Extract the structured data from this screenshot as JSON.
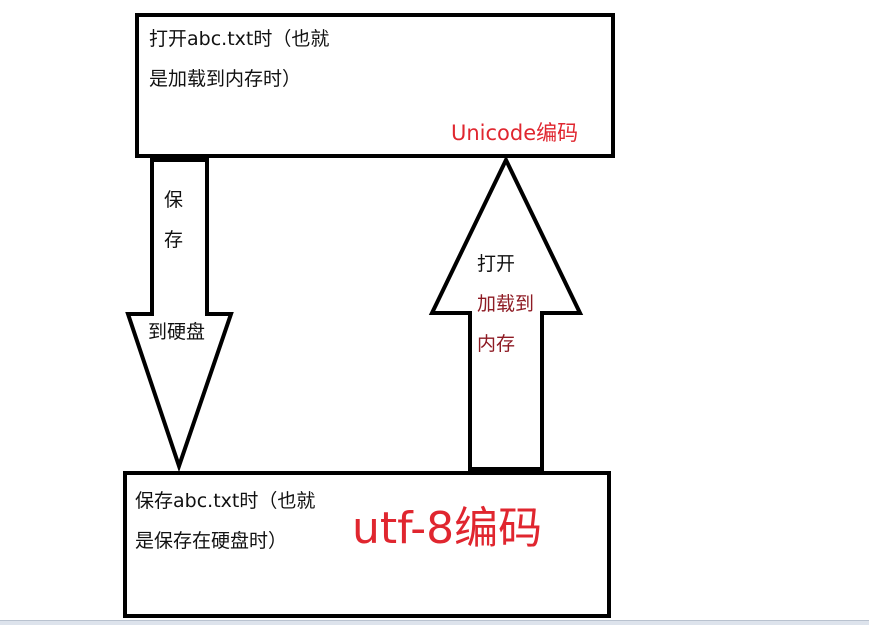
{
  "top_box": {
    "line_1": "打开abc.txt时（也就",
    "line_2": "是加载到内存时）",
    "encoding": "Unicode编码"
  },
  "bottom_box": {
    "line_1": "保存abc.txt时（也就",
    "line_2": "是保存在硬盘时）",
    "encoding": "utf-8编码"
  },
  "down_arrow": {
    "direction": "down",
    "char_1": "保",
    "char_2": "存",
    "char_3": "到硬盘"
  },
  "up_arrow": {
    "direction": "up",
    "label": "打开",
    "line_2": "加载到",
    "line_3": "内存"
  },
  "colors": {
    "encoding_red": "#e0262f",
    "dark_red_text": "#8e1b24",
    "outline": "#000000"
  }
}
